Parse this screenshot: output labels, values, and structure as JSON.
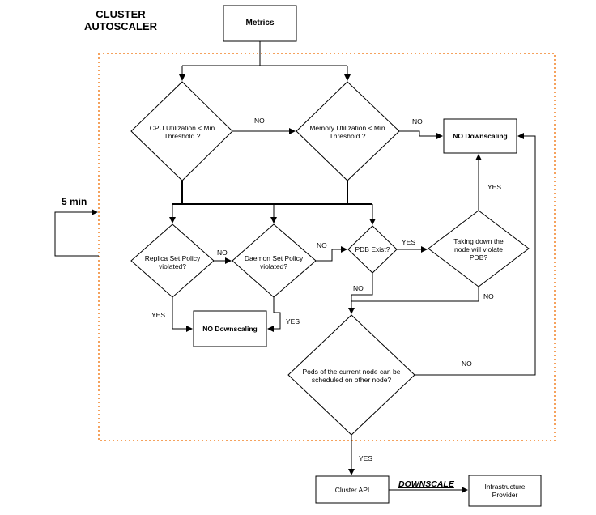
{
  "title": "CLUSTER\nAUTOSCALER",
  "interval": "5 min",
  "nodes": {
    "metrics": "Metrics",
    "cpu": "CPU Utilization < Min\nThreshold ?",
    "memory": "Memory Utilization < Min\nThreshold ?",
    "no_downscaling_top": "NO Downscaling",
    "replica": "Replica Set Policy\nviolated?",
    "daemon": "Daemon Set Policy\nviolated?",
    "pdb_exist": "PDB Exist?",
    "pdb_violate": "Taking down the\nnode will violate\nPDB?",
    "no_downscaling_mid": "NO Downscaling",
    "pods": "Pods of the current node can be\nscheduled on other node?",
    "cluster_api": "Cluster API",
    "infra": "Infrastructure\nProvider"
  },
  "edges": {
    "cpu_to_memory": "NO",
    "memory_to_nods": "NO",
    "replica_to_daemon": "NO",
    "daemon_to_pdb": "NO",
    "pdb_exist_yes": "YES",
    "pdb_violate_yes": "YES",
    "pdb_violate_no": "NO",
    "pdb_exist_no": "NO",
    "replica_yes": "YES",
    "daemon_yes": "YES",
    "pods_no": "NO",
    "pods_yes": "YES",
    "downscale": "DOWNSCALE"
  },
  "colors": {
    "boundary": "#f5a25d",
    "line": "#000000"
  }
}
